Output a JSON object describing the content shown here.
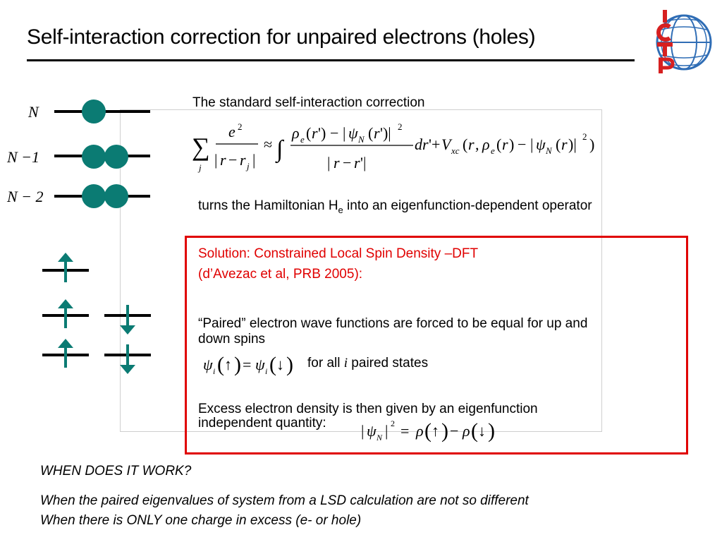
{
  "slide": {
    "title": "Self-interaction correction for unpaired electrons (holes)",
    "logo_text": "ICTP",
    "intro": "The standard self-interaction correction",
    "turns_text": "turns the Hamiltonian H",
    "turns_sub": "e",
    "turns_rest": " into an eigenfunction-dependent operator"
  },
  "levels": [
    {
      "label": "N"
    },
    {
      "label": "N −1"
    },
    {
      "label": "N − 2"
    }
  ],
  "solution": {
    "line1": "Solution: Constrained Local Spin Density –DFT",
    "line2": "(d’Avezac et al, PRB 2005):",
    "paired_line1": "“Paired” electron wave functions are forced to be equal for up and",
    "paired_line2": "down spins",
    "for_all_1": "for all ",
    "for_all_i": "i",
    "for_all_2": "  paired states",
    "excess_line1": "Excess electron density is then given by an eigenfunction",
    "excess_line2": "independent quantity:"
  },
  "bottom": {
    "question": "WHEN DOES IT WORK?",
    "answer1": "When the paired eigenvalues of system from a LSD calculation are not so different",
    "answer2": "When there is  ONLY one charge in excess (e- or hole)"
  },
  "colors": {
    "accent_teal": "#0b7b73",
    "red": "#e00000",
    "logo_blue": "#2f6db5",
    "logo_red": "#d62020"
  }
}
